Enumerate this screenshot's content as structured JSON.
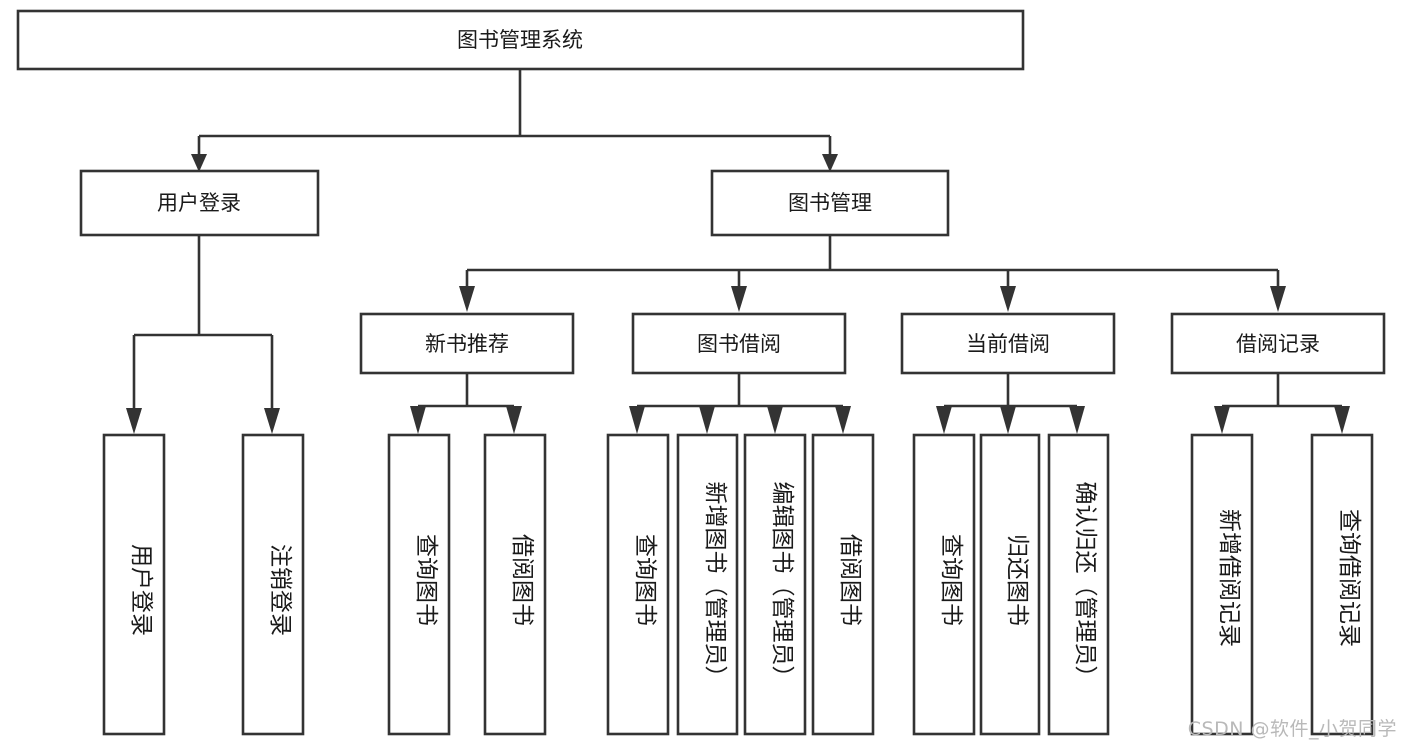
{
  "diagram": {
    "type": "tree-hierarchy",
    "title_node": "图书管理系统",
    "watermark": "CSDN @软件_小贺同学",
    "colors": {
      "stroke": "#333333",
      "fill": "#ffffff",
      "text": "#1a1a1a",
      "watermark": "#b9b9b9",
      "background": "#ffffff"
    },
    "levels": {
      "level0": [
        "图书管理系统"
      ],
      "level1": [
        "用户登录",
        "图书管理"
      ],
      "level2": [
        "新书推荐",
        "图书借阅",
        "当前借阅",
        "借阅记录"
      ],
      "level3": [
        "用户登录",
        "注销登录",
        "查询图书",
        "借阅图书",
        "查询图书",
        "新增图书（管理员）",
        "编辑图书（管理员）",
        "借阅图书",
        "查询图书",
        "归还图书",
        "确认归还（管理员）",
        "新增借阅记录",
        "查询借阅记录"
      ]
    },
    "nodes": {
      "root": {
        "label": "图书管理系统"
      },
      "user_login": {
        "label": "用户登录"
      },
      "book_manage": {
        "label": "图书管理"
      },
      "new_book_rec": {
        "label": "新书推荐"
      },
      "book_borrow": {
        "label": "图书借阅"
      },
      "current_borrow": {
        "label": "当前借阅"
      },
      "borrow_record": {
        "label": "借阅记录"
      },
      "leaf_user_login": {
        "label": "用户登录"
      },
      "leaf_logout": {
        "label": "注销登录"
      },
      "leaf_query_book_1": {
        "label": "查询图书"
      },
      "leaf_borrow_book_1": {
        "label": "借阅图书"
      },
      "leaf_query_book_2": {
        "label": "查询图书"
      },
      "leaf_add_book": {
        "label": "新增图书（管理员）"
      },
      "leaf_edit_book": {
        "label": "编辑图书（管理员）"
      },
      "leaf_borrow_book_2": {
        "label": "借阅图书"
      },
      "leaf_query_book_3": {
        "label": "查询图书"
      },
      "leaf_return_book": {
        "label": "归还图书"
      },
      "leaf_confirm_return": {
        "label": "确认归还（管理员）"
      },
      "leaf_add_record": {
        "label": "新增借阅记录"
      },
      "leaf_query_record": {
        "label": "查询借阅记录"
      }
    },
    "edges": [
      {
        "from": "root",
        "to": "user_login"
      },
      {
        "from": "root",
        "to": "book_manage"
      },
      {
        "from": "user_login",
        "to": "leaf_user_login"
      },
      {
        "from": "user_login",
        "to": "leaf_logout"
      },
      {
        "from": "book_manage",
        "to": "new_book_rec"
      },
      {
        "from": "book_manage",
        "to": "book_borrow"
      },
      {
        "from": "book_manage",
        "to": "current_borrow"
      },
      {
        "from": "book_manage",
        "to": "borrow_record"
      },
      {
        "from": "new_book_rec",
        "to": "leaf_query_book_1"
      },
      {
        "from": "new_book_rec",
        "to": "leaf_borrow_book_1"
      },
      {
        "from": "book_borrow",
        "to": "leaf_query_book_2"
      },
      {
        "from": "book_borrow",
        "to": "leaf_add_book"
      },
      {
        "from": "book_borrow",
        "to": "leaf_edit_book"
      },
      {
        "from": "book_borrow",
        "to": "leaf_borrow_book_2"
      },
      {
        "from": "current_borrow",
        "to": "leaf_query_book_3"
      },
      {
        "from": "current_borrow",
        "to": "leaf_return_book"
      },
      {
        "from": "current_borrow",
        "to": "leaf_confirm_return"
      },
      {
        "from": "borrow_record",
        "to": "leaf_add_record"
      },
      {
        "from": "borrow_record",
        "to": "leaf_query_record"
      }
    ]
  }
}
